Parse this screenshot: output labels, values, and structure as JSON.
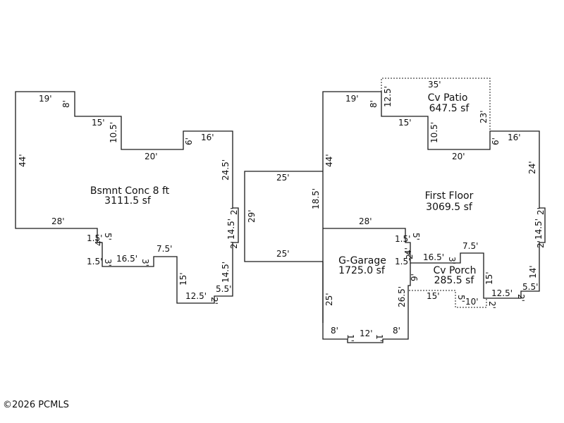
{
  "areas": {
    "basement": {
      "name": "Bsmnt Conc 8 ft",
      "area": "3111.5 sf"
    },
    "first_floor": {
      "name": "First Floor",
      "area": "3069.5 sf"
    },
    "garage": {
      "name": "G-Garage",
      "area": "1725.0 sf"
    },
    "patio": {
      "name": "Cv Patio",
      "area": "647.5 sf"
    },
    "porch": {
      "name": "Cv Porch",
      "area": "285.5 sf"
    }
  },
  "dimensions": {
    "basement": [
      "19'",
      "8'",
      "15'",
      "10.5'",
      "20'",
      "6'",
      "16'",
      "44'",
      "24.5'",
      "28'",
      "2'",
      "14.5'",
      "2'",
      "1.5'",
      "5'",
      "4'",
      "7.5'",
      "1.5'",
      "3'",
      "16.5'",
      "3'",
      "14.5'",
      "15'",
      "5.5'",
      "12.5'",
      "2'"
    ],
    "first_floor": [
      "19'",
      "8'",
      "15'",
      "10.5'",
      "20'",
      "6'",
      "16'",
      "44'",
      "24'",
      "18.5'",
      "28'",
      "2'",
      "14.5'",
      "2'",
      "1.5'",
      "5'"
    ],
    "patio": [
      "35'",
      "12.5'",
      "23'"
    ],
    "garage": [
      "25'",
      "29'",
      "25'",
      "4'",
      "1.5'",
      "25'",
      "26.5'",
      "8'",
      "1'",
      "12'",
      "1'",
      "8'"
    ],
    "porch": [
      "2'",
      "16.5'",
      "3'",
      "7.5'",
      "9'",
      "15'",
      "14'",
      "15'",
      "12.5'",
      "5.5'",
      "2'",
      "5'",
      "10'",
      "2'"
    ]
  },
  "copyright": "©2026 PCMLS"
}
